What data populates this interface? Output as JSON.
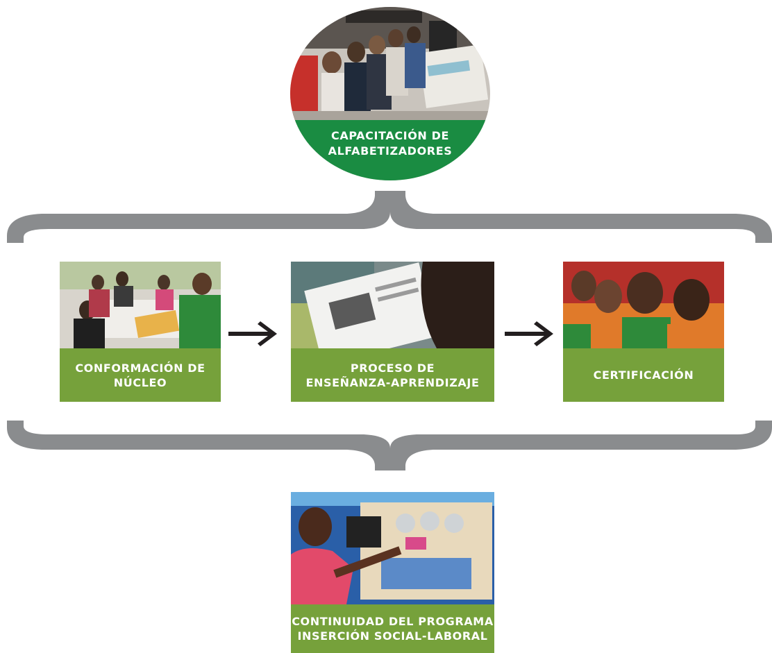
{
  "colors": {
    "green": "#1a8c42",
    "olive": "#76a13b",
    "brace": "#8a8c8e",
    "arrow": "#231f20"
  },
  "top_node": {
    "line1": "CAPACITACIÓN DE",
    "line2": "ALFABETIZADORES",
    "image": "people-seated-training-photo"
  },
  "steps": [
    {
      "line1": "CONFORMACIÓN DE",
      "line2": "NÚCLEO",
      "image": "group-meeting-table-photo"
    },
    {
      "line1": "PROCESO DE",
      "line2": "ENSEÑANZA-APRENDIZAJE",
      "image": "student-reading-workbook-photo"
    },
    {
      "line1": "CERTIFICACIÓN",
      "line2": "",
      "image": "graduates-orange-gowns-photo"
    }
  ],
  "bottom_node": {
    "line1": "CONTINUIDAD DEL PROGRAMA",
    "line2": "INSERCIÓN SOCIAL-LABORAL",
    "image": "man-electrical-workshop-photo"
  }
}
